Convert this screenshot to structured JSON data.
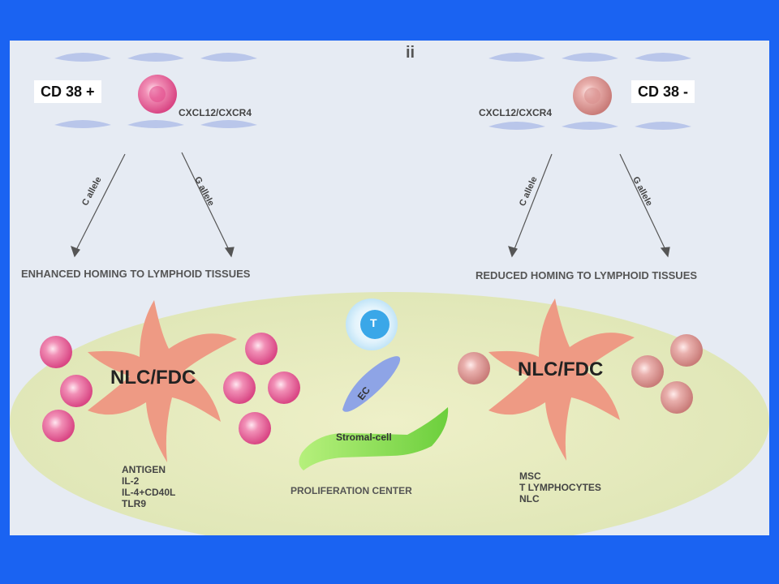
{
  "labels": {
    "cd38_pos": "CD 38 +",
    "cd38_neg": "CD 38 -",
    "panel_roman": "ii",
    "chemokine_left": "CXCL12/CXCR4",
    "chemokine_right": "CXCL12/CXCR4",
    "c_allele_left": "C allele",
    "g_allele_left": "G allele",
    "c_allele_right": "C allele",
    "g_allele_right": "G allele",
    "enhanced_homing": "ENHANCED HOMING TO LYMPHOID TISSUES",
    "reduced_homing": "REDUCED HOMING TO LYMPHOID TISSUES",
    "nlc_fdc_left": "NLC/FDC",
    "nlc_fdc_right": "NLC/FDC",
    "t_cell": "T",
    "ec": "EC",
    "stromal": "Stromal-cell",
    "proliferation_center": "PROLIFERATION CENTER"
  },
  "left_stimuli": [
    "ANTIGEN",
    "IL-2",
    "IL-4+CD40L",
    "TLR9"
  ],
  "right_cells": [
    "MSC",
    "T LYMPHOCYTES",
    "NLC"
  ],
  "colors": {
    "background": "#1a63f2",
    "panel": "#e6ebf3",
    "center_ellipse": "#e4e9c2",
    "cd38_pos_cell": "#e0558f",
    "cd38_neg_cell": "#d98f8c",
    "nlc_fdc": "#ee9a84",
    "t_cell": "#3aa7e8",
    "ec_cell": "#8ea4e6",
    "stromal_cell": "#8fdc55"
  }
}
